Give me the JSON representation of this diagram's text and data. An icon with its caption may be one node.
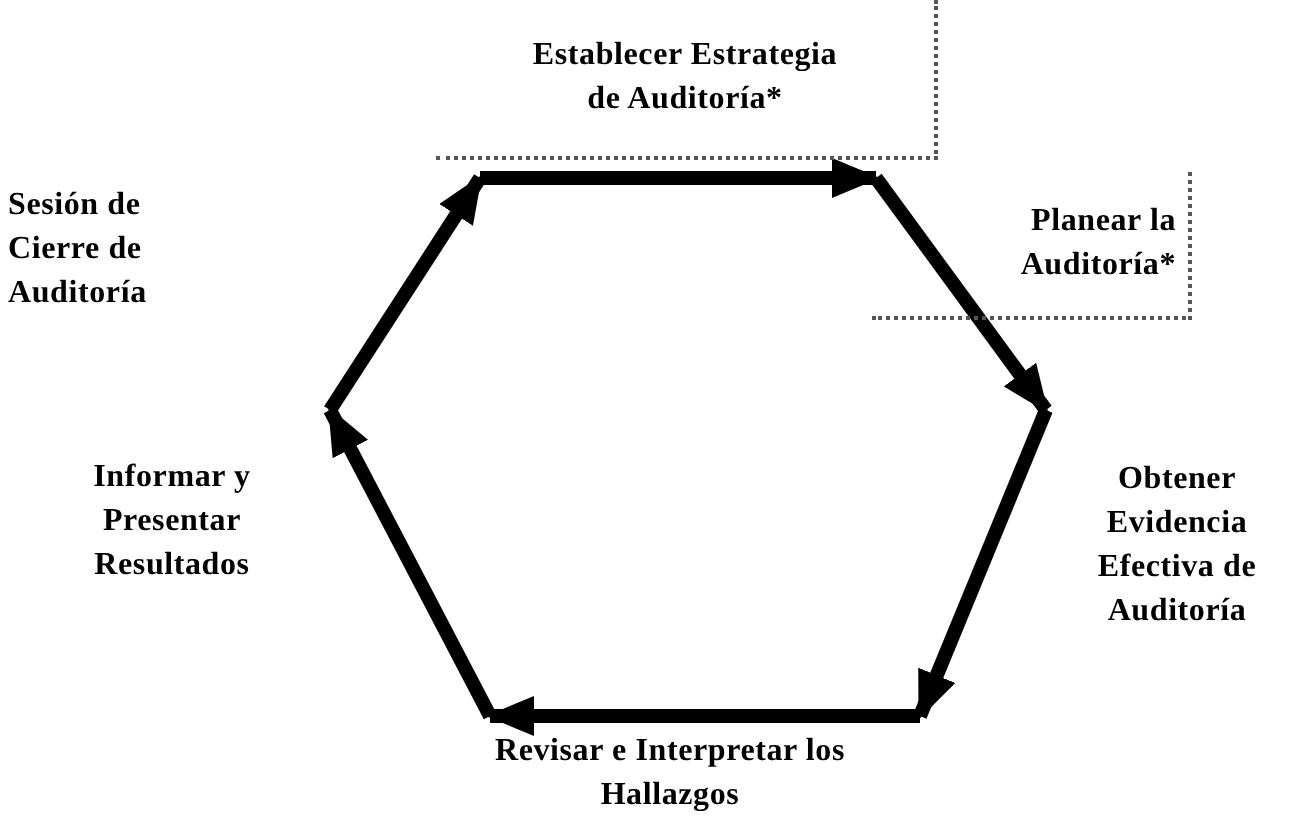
{
  "diagram": {
    "nodes": [
      {
        "text": [
          "Establecer Estrategia de Auditoría*"
        ]
      },
      {
        "text": [
          "Sesión de Cierre de Auditoría"
        ]
      },
      {
        "text": [
          "Planear la Auditoría*"
        ]
      },
      {
        "text": [
          "Informar y Presentar Resultados"
        ]
      },
      {
        "text": [
          "Obtener Evidencia Efectiva de Auditoría"
        ]
      },
      {
        "text": [
          "Revisar e Interpretar los Hallazgos"
        ]
      }
    ],
    "edges": [
      {
        "from": 0,
        "to": 2,
        "arrow": "to"
      },
      {
        "from": 2,
        "to": 4,
        "arrow": "to"
      },
      {
        "from": 4,
        "to": 5,
        "arrow": "to"
      },
      {
        "from": null,
        "to": 5,
        "arrow": "to"
      },
      {
        "from": 5,
        "to": 3,
        "arrow": "to"
      },
      {
        "from": null,
        "to": 0,
        "arrow": "to"
      }
    ]
  }
}
